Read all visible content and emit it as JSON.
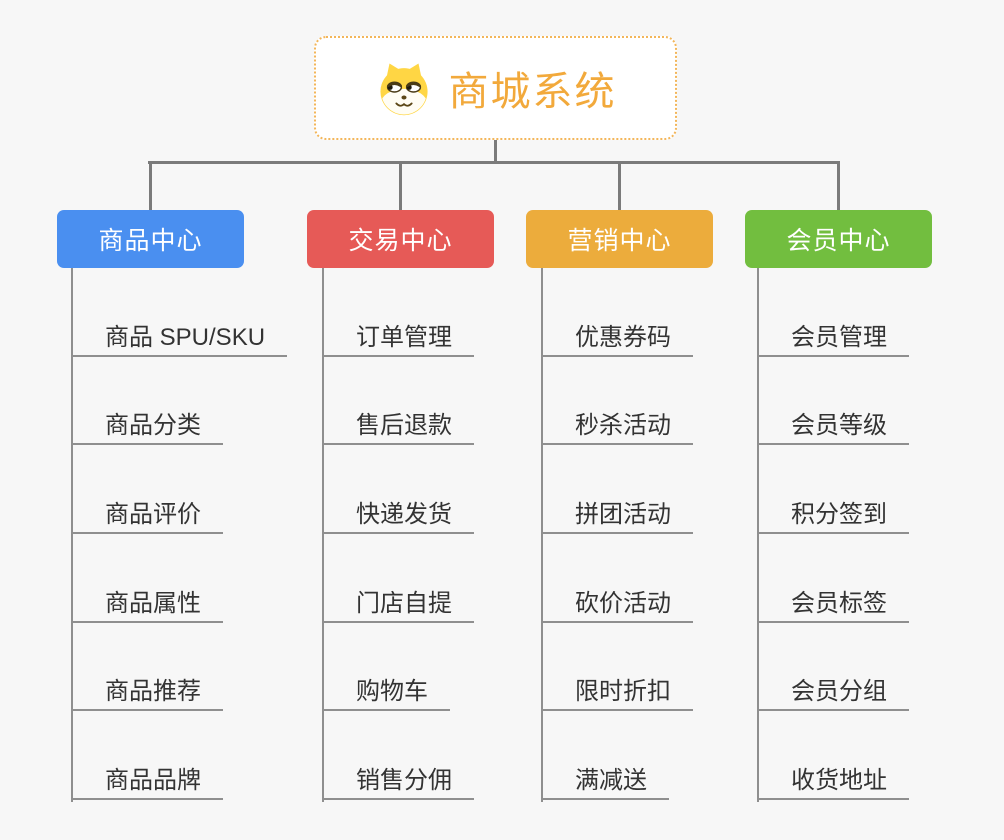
{
  "root": {
    "title": "商城系统",
    "icon": "dog-face-icon",
    "title_color": "#f2a93b",
    "border_color": "#f3b65a"
  },
  "connector_color": "#7b7b7b",
  "branch_line_color": "#8f8f8f",
  "leaf_text_color": "#333333",
  "branches": [
    {
      "label": "商品中心",
      "color": "#4a8ff0",
      "children": [
        "商品 SPU/SKU",
        "商品分类",
        "商品评价",
        "商品属性",
        "商品推荐",
        "商品品牌"
      ]
    },
    {
      "label": "交易中心",
      "color": "#e65a57",
      "children": [
        "订单管理",
        "售后退款",
        "快递发货",
        "门店自提",
        "购物车",
        "销售分佣"
      ]
    },
    {
      "label": "营销中心",
      "color": "#ecac3c",
      "children": [
        "优惠券码",
        "秒杀活动",
        "拼团活动",
        "砍价活动",
        "限时折扣",
        "满减送"
      ]
    },
    {
      "label": "会员中心",
      "color": "#72be3f",
      "children": [
        "会员管理",
        "会员等级",
        "积分签到",
        "会员标签",
        "会员分组",
        "收货地址"
      ]
    }
  ]
}
